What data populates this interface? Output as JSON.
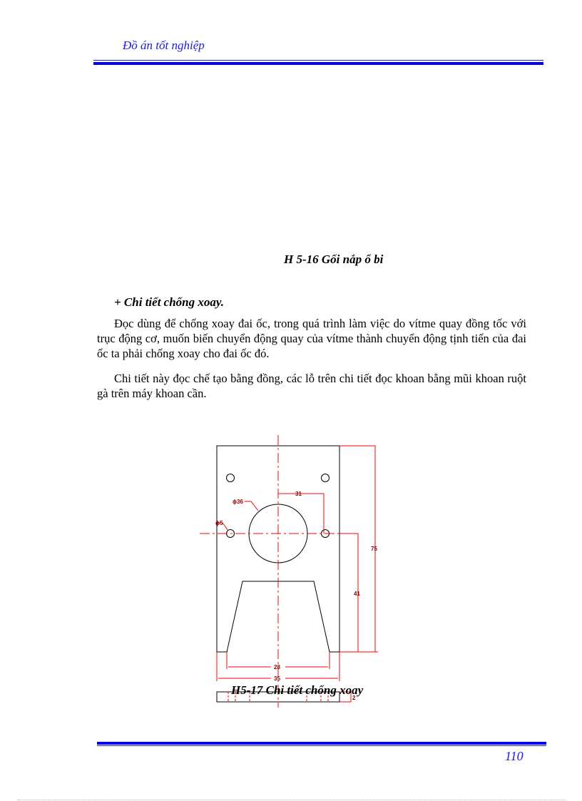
{
  "header": {
    "title": "Đồ án tốt nghiệp"
  },
  "figure1": {
    "caption": "H 5-16 Gối nắp ổ bi"
  },
  "section": {
    "heading": "+ Chi tiết chống xoay."
  },
  "paragraphs": [
    "Đọc  dùng để chống xoay đai ốc, trong quá trình làm việc do vítme quay đồng tốc với trục động cơ, muốn biến chuyển động quay của vítme thành chuyển động tịnh tiến của đai ốc ta phải chống xoay cho đai ốc đó.",
    "Chi tiết này đọc  chế tạo bằng đồng, các lỗ trên chi tiết đọc  khoan bằng mũi khoan ruột gà trên máy khoan cần."
  ],
  "drawing": {
    "dimensions": {
      "hole_spacing": "31",
      "large_hole_diameter": "ϕ36",
      "small_hole_diameter": "ϕ5",
      "total_height": "75",
      "lower_height": "41",
      "slot_width": "28",
      "total_width": "35",
      "thickness": "2"
    },
    "colors": {
      "outline": "#000000",
      "dimension": "#ff0000"
    }
  },
  "figure2": {
    "caption": "H5-17 Chi tiết chống xoay"
  },
  "footer": {
    "page_number": "110"
  }
}
